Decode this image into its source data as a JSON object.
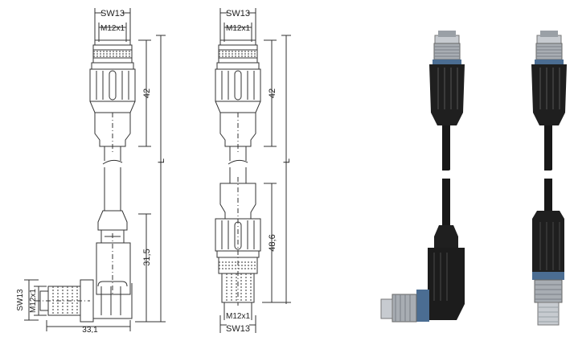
{
  "drawing_left": {
    "top_wrench_size": "SW13",
    "top_thread": "M12x1",
    "top_length": "42",
    "total_length": "L",
    "angled_length": "31,5",
    "side_wrench_size": "SW13",
    "side_thread": "M12x1",
    "angled_width": "33,1"
  },
  "drawing_middle": {
    "top_wrench_size": "SW13",
    "top_thread": "M12x1",
    "top_length": "42",
    "total_length": "L",
    "bottom_length": "48,6",
    "bottom_thread": "M12x1",
    "bottom_wrench_size": "SW13"
  },
  "colors": {
    "line": "#333333",
    "cable_black": "#1c1c1c",
    "metal": "#b9bdc2",
    "accent_blue": "#3d6fb0"
  }
}
